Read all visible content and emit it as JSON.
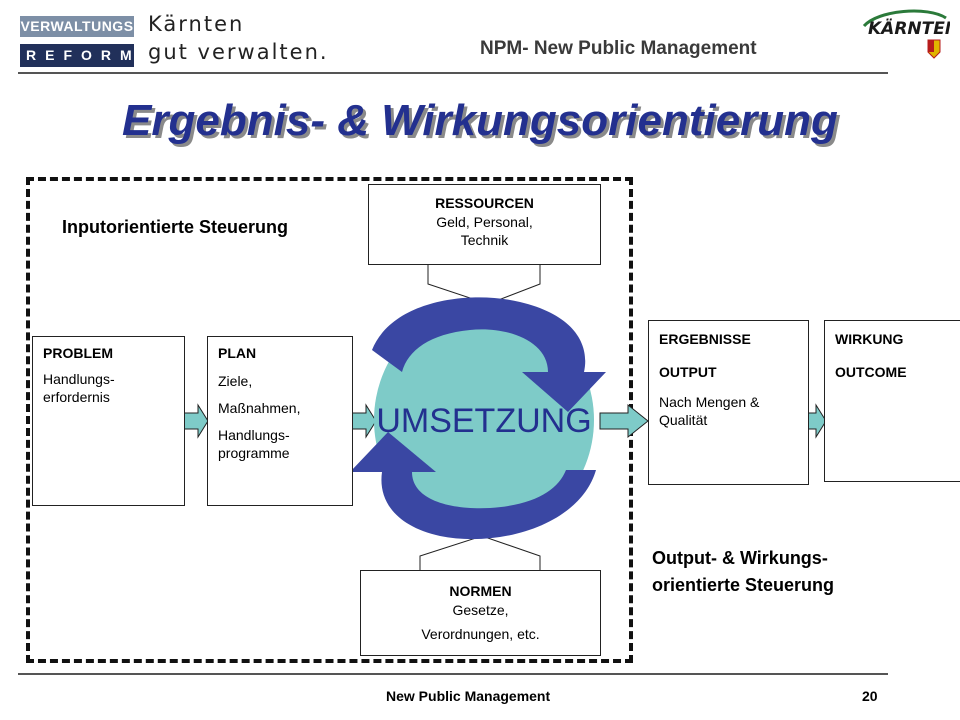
{
  "header": {
    "logo_line1": "VERWALTUNGS",
    "logo_line2": "REFORM",
    "tagline_line1": "Kärnten",
    "tagline_line2": "gut verwalten.",
    "subtitle": "NPM- New Public Management",
    "state_logo": "KÄRNTEN"
  },
  "title": "Ergebnis- & Wirkungsorientierung",
  "diagram": {
    "input_label": "Inputorientierte Steuerung",
    "output_label_line1": "Output- & Wirkungs-",
    "output_label_line2": "orientierte Steuerung",
    "center": "UMSETZUNG",
    "ressourcen": {
      "title": "RESSOURCEN",
      "line1": "Geld, Personal,",
      "line2": "Technik"
    },
    "normen": {
      "title": "NORMEN",
      "line1": "Gesetze,",
      "line2": "Verordnungen, etc."
    },
    "problem": {
      "title": "PROBLEM",
      "line1": "Handlungs-",
      "line2": "erfordernis"
    },
    "plan": {
      "title": "PLAN",
      "line1": "Ziele,",
      "line2": "Maßnahmen,",
      "line3": "Handlungs-",
      "line4": "programme"
    },
    "ergebnisse": {
      "title": "ERGEBNISSE",
      "line1": "OUTPUT",
      "line2": "Nach Mengen &",
      "line3": "Qualität"
    },
    "wirkung": {
      "title": "WIRKUNG",
      "line1": "OUTCOME"
    }
  },
  "footer": {
    "text": "New Public Management",
    "page": "20"
  },
  "colors": {
    "title": "#23308f",
    "cycle_arrow": "#3a47a3",
    "center_circle": "#7ecbc8",
    "connector": "#7ecbc8"
  }
}
